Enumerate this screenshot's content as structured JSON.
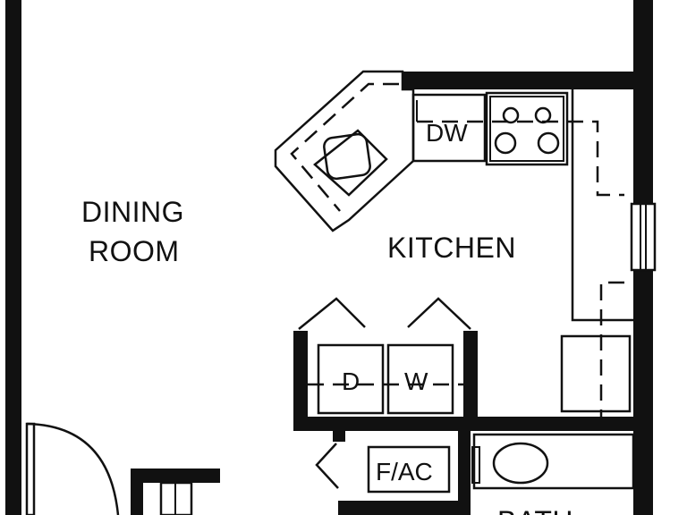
{
  "rooms": {
    "dining_line1": "DINING",
    "dining_line2": "ROOM",
    "kitchen": "KITCHEN",
    "bath_partial": "BATH"
  },
  "appliances": {
    "dishwasher": "DW",
    "dryer": "D",
    "washer": "W",
    "furnace_ac": "F/AC"
  }
}
